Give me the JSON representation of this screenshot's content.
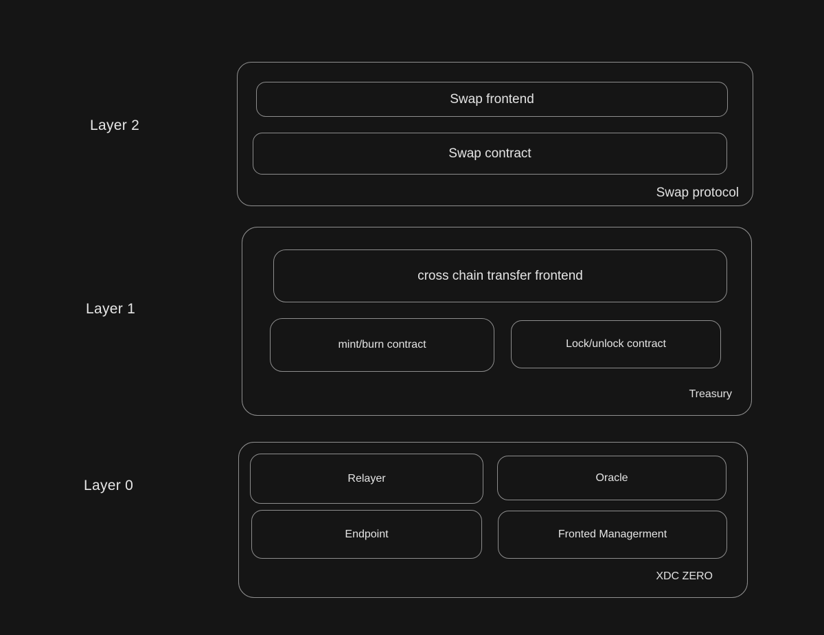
{
  "canvas": {
    "background_color": "#151515",
    "border_color": "#8e8e8e",
    "text_color": "#e4e4e4"
  },
  "layers": [
    {
      "label": "Layer 2",
      "group_label": "Swap protocol",
      "nodes": [
        {
          "label": "Swap frontend"
        },
        {
          "label": "Swap contract"
        }
      ]
    },
    {
      "label": "Layer 1",
      "group_label": "Treasury",
      "nodes": [
        {
          "label": "cross chain transfer frontend"
        },
        {
          "label": "mint/burn contract"
        },
        {
          "label": "Lock/unlock contract"
        }
      ]
    },
    {
      "label": "Layer 0",
      "group_label": "XDC ZERO",
      "nodes": [
        {
          "label": "Relayer"
        },
        {
          "label": "Oracle"
        },
        {
          "label": "Endpoint"
        },
        {
          "label": "Fronted Managerment"
        }
      ]
    }
  ]
}
